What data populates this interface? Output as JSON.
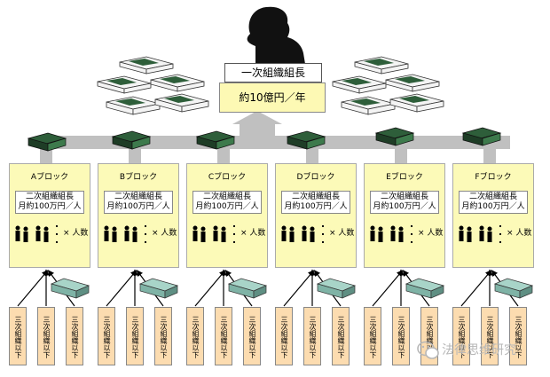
{
  "top": {
    "title": "一次組織組長",
    "income": "約10億円／年"
  },
  "blocks": [
    {
      "name": "Aブロック",
      "boss_line1": "二次組織組長",
      "boss_line2": "月約100万円／人",
      "multiplier": "× 人数"
    },
    {
      "name": "Bブロック",
      "boss_line1": "二次組織組長",
      "boss_line2": "月約100万円／人",
      "multiplier": "× 人数"
    },
    {
      "name": "Cブロック",
      "boss_line1": "二次組織組長",
      "boss_line2": "月約100万円／人",
      "multiplier": "× 人数"
    },
    {
      "name": "Dブロック",
      "boss_line1": "二次組織組長",
      "boss_line2": "月約100万円／人",
      "multiplier": "× 人数"
    },
    {
      "name": "Eブロック",
      "boss_line1": "二次組織組長",
      "boss_line2": "月約100万円／人",
      "multiplier": "× 人数"
    },
    {
      "name": "Fブロック",
      "boss_line1": "二次組織組長",
      "boss_line2": "月約100万円／人",
      "multiplier": "× 人数"
    }
  ],
  "sub_label": "三次組織以下",
  "watermark": "法律思维研究",
  "colors": {
    "panel": "#fcfab8",
    "sub_box": "#fcdcb0",
    "arrow": "#c0c0c0",
    "money": "#2e5e3a"
  },
  "icons": [
    "boss-silhouette-icon",
    "money-stack-icon",
    "money-bundle-icon",
    "people-icon",
    "server-icon",
    "wechat-icon"
  ]
}
